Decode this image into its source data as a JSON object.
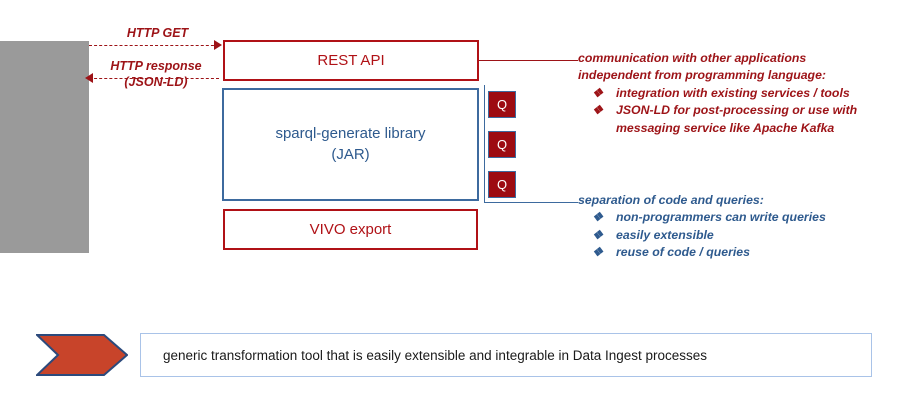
{
  "diagram": {
    "grey_block": {
      "name": "external-client-block"
    },
    "http_get": {
      "label": "HTTP GET"
    },
    "http_response": {
      "label": "HTTP response\n(JSON-LD)",
      "line1": "HTTP response",
      "line2": "(JSON-LD)"
    },
    "boxes": {
      "rest_api": {
        "label": "REST API"
      },
      "sparql_library": {
        "line1": "sparql-generate library",
        "line2": "(JAR)"
      },
      "vivo_export": {
        "label": "VIVO export"
      }
    },
    "query_chips": [
      {
        "label": "Q"
      },
      {
        "label": "Q"
      },
      {
        "label": "Q"
      }
    ],
    "annotations": [
      {
        "id": "rest-api-annotation",
        "color": "#9d1317",
        "head_line1": "communication with other applications",
        "head_line2": "independent from programming language:",
        "bullet_glyph": "❖",
        "bullets": [
          {
            "line1": "integration with existing services / tools",
            "line2": ""
          },
          {
            "line1": "JSON-LD for post-processing or use with",
            "line2": "messaging service like Apache Kafka"
          }
        ]
      },
      {
        "id": "queries-annotation",
        "color": "#2e5a8e",
        "head_line1": "separation of code and queries:",
        "head_line2": "",
        "bullet_glyph": "❖",
        "bullets": [
          {
            "line1": "non-programmers can write queries",
            "line2": ""
          },
          {
            "line1": "easily extensible",
            "line2": ""
          },
          {
            "line1": "reuse of code / queries",
            "line2": ""
          }
        ]
      }
    ],
    "summary": {
      "arrow_label": "chevron-arrow",
      "text": "generic transformation tool that is easily extensible and integrable in Data Ingest processes"
    },
    "colors": {
      "red": "#b01116",
      "dark_red": "#9d1317",
      "chip_red": "#9d0b11",
      "blue": "#3d6a9e",
      "text_blue": "#2e5a8e",
      "grey": "#9a9a9a",
      "arrow_orange": "#c8442a",
      "summary_border": "#a9c3e8"
    }
  }
}
